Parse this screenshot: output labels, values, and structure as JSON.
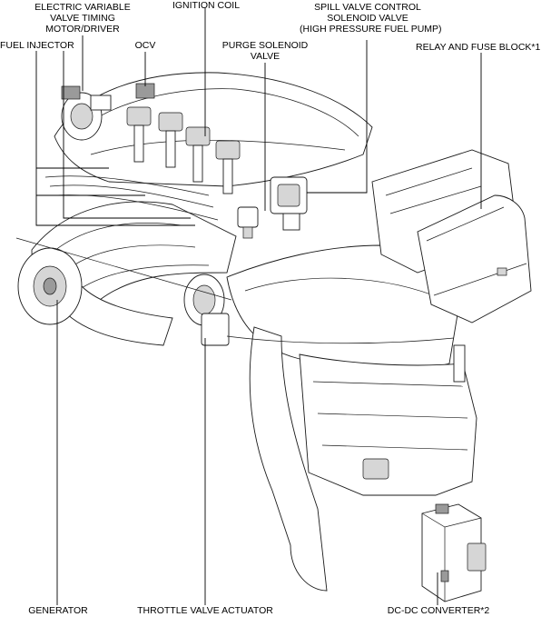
{
  "labels": {
    "evvt_line1": "ELECTRIC VARIABLE",
    "evvt_line2": "VALVE TIMING",
    "evvt_line3": "MOTOR/DRIVER",
    "ignition_coil": "IGNITION COIL",
    "spill_line1": "SPILL VALVE CONTROL",
    "spill_line2": "SOLENOID VALVE",
    "spill_line3": "(HIGH PRESSURE FUEL PUMP)",
    "fuel_injector": "FUEL INJECTOR",
    "ocv": "OCV",
    "purge_line1": "PURGE SOLENOID",
    "purge_line2": "VALVE",
    "relay_fuse": "RELAY AND FUSE BLOCK*1",
    "generator": "GENERATOR",
    "throttle": "THROTTLE VALVE ACTUATOR",
    "dcdc": "DC-DC CONVERTER*2"
  }
}
